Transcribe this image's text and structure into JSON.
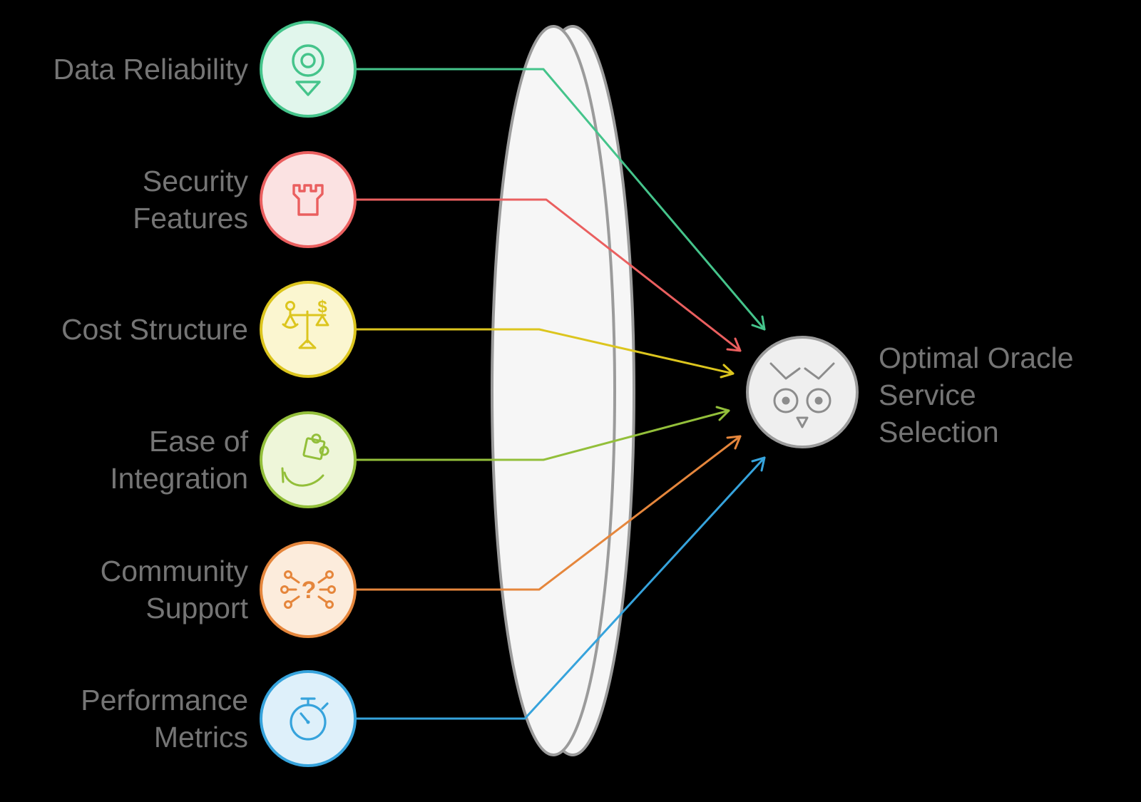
{
  "canvas": {
    "background": "#000000",
    "text_color": "#757575"
  },
  "factors": [
    {
      "id": "data-reliability",
      "label_lines": [
        "Data Reliability"
      ],
      "color": "#45c48b",
      "fill": "#e1f6ec",
      "icon": "location-target-icon"
    },
    {
      "id": "security-features",
      "label_lines": [
        "Security",
        "Features"
      ],
      "color": "#ea5f5f",
      "fill": "#fbe2e2",
      "icon": "castle-tower-icon"
    },
    {
      "id": "cost-structure",
      "label_lines": [
        "Cost Structure"
      ],
      "color": "#dcc51e",
      "fill": "#fbf6d0",
      "icon": "balance-scale-icon",
      "icon_glyph": "$"
    },
    {
      "id": "ease-of-integration",
      "label_lines": [
        "Ease of",
        "Integration"
      ],
      "color": "#93bf3a",
      "fill": "#eef6d9",
      "icon": "puzzle-hand-icon"
    },
    {
      "id": "community-support",
      "label_lines": [
        "Community",
        "Support"
      ],
      "color": "#e5863c",
      "fill": "#fcecdc",
      "icon": "network-question-icon",
      "icon_glyph": "?"
    },
    {
      "id": "performance-metrics",
      "label_lines": [
        "Performance",
        "Metrics"
      ],
      "color": "#36a3dc",
      "fill": "#def0fa",
      "icon": "stopwatch-icon"
    }
  ],
  "lens": {
    "stroke": "#9b9b9b",
    "fill": "#f6f6f6"
  },
  "outcome": {
    "label_lines": [
      "Optimal Oracle",
      "Service",
      "Selection"
    ],
    "icon": "owl-icon",
    "stroke": "#9b9b9b",
    "fill": "#efefef",
    "icon_color": "#8c8c8c"
  }
}
